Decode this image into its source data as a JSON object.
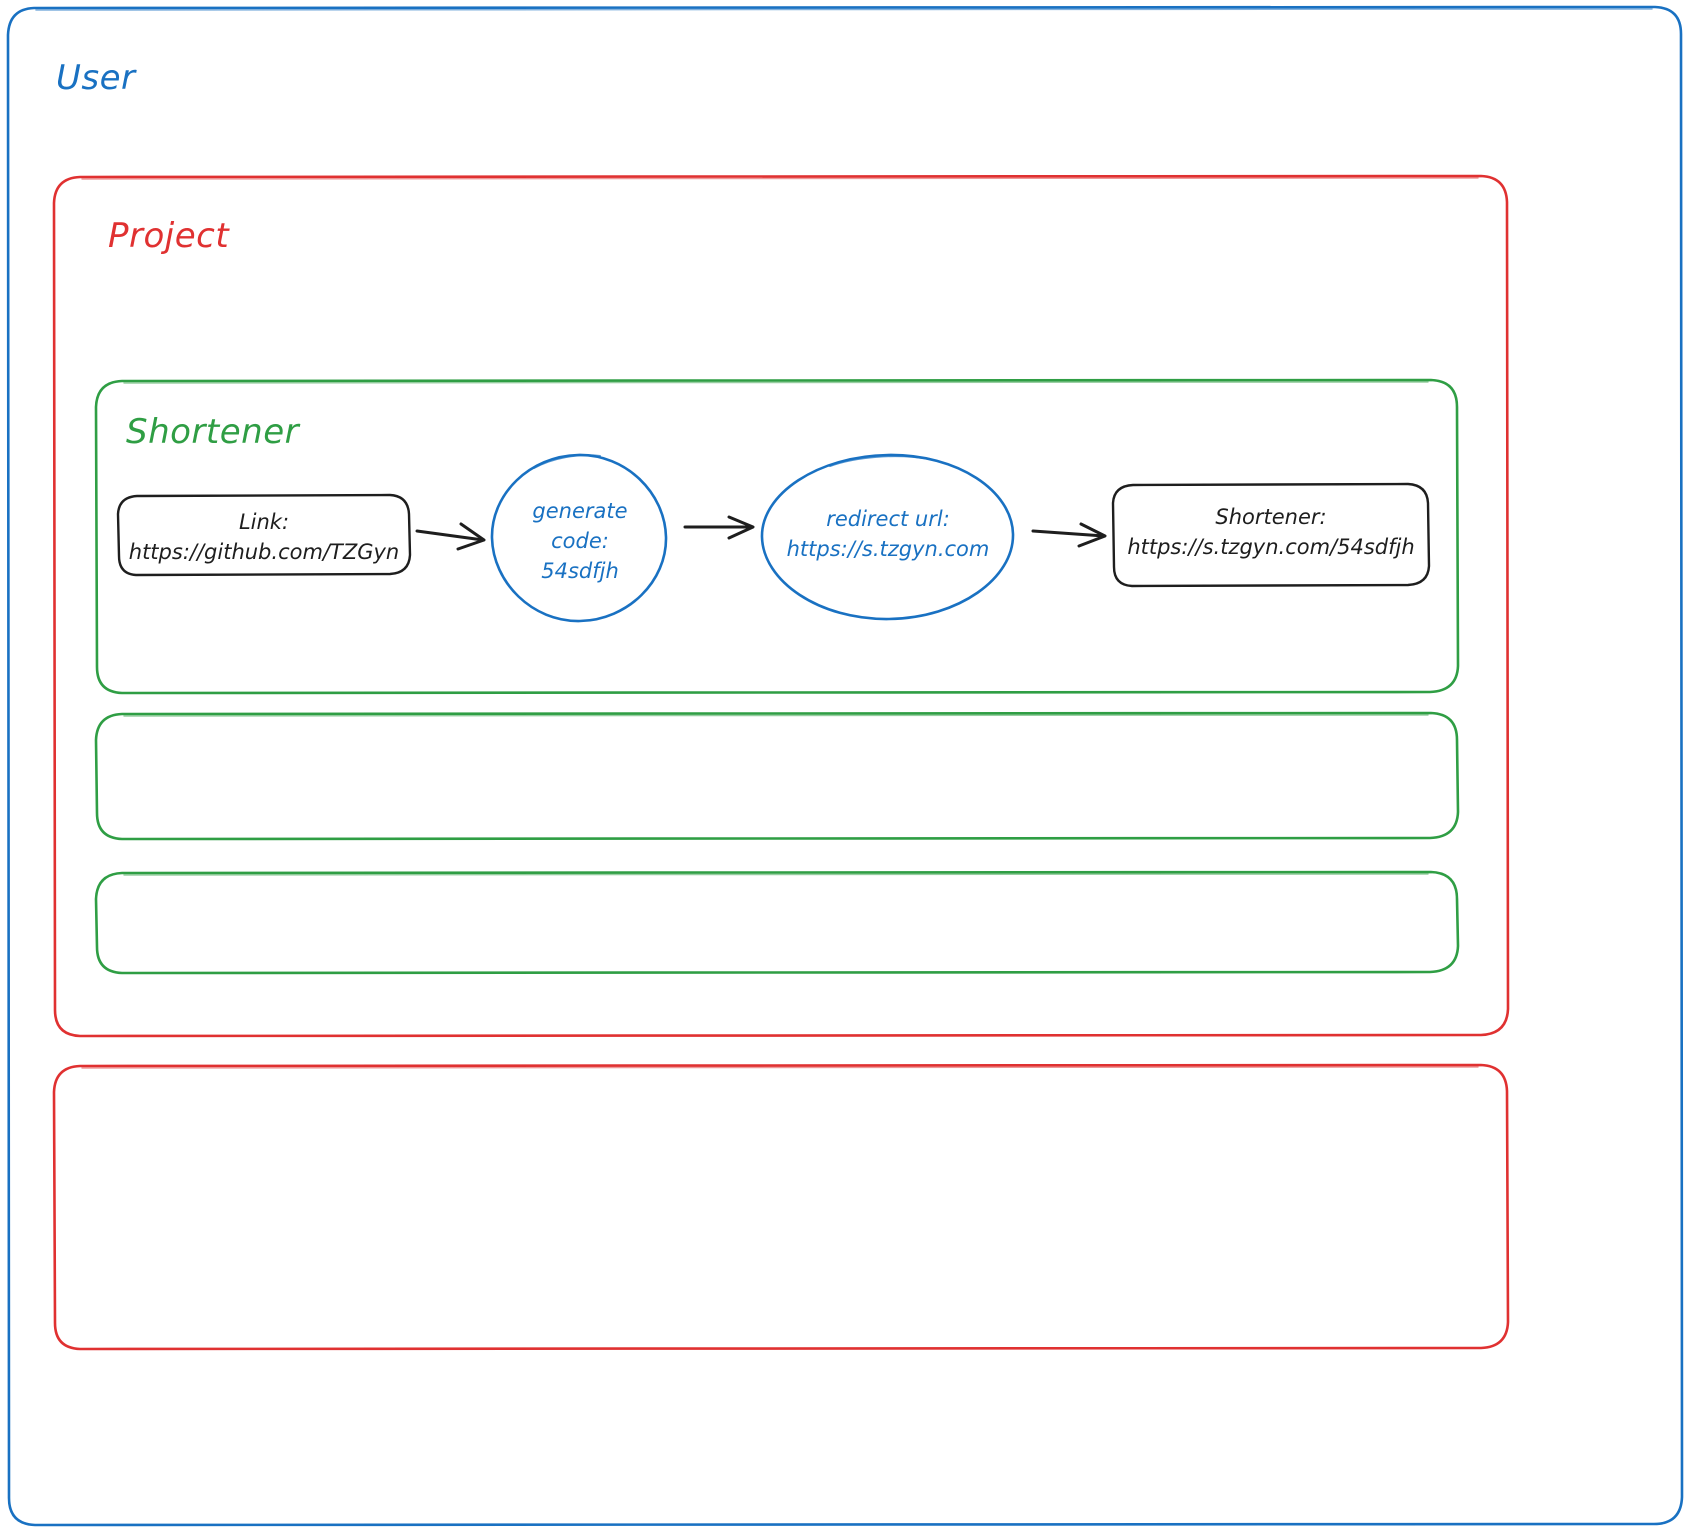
{
  "diagram": {
    "type": "flowchart",
    "title_visible": false,
    "colors": {
      "user_border": "#1971c2",
      "project_border": "#e03131",
      "shortener_border": "#2f9e44",
      "node_stroke_dark": "#1e1e1e",
      "node_stroke_blue": "#1971c2",
      "arrow": "#1e1e1e",
      "background": "#ffffff"
    },
    "containers": [
      {
        "name": "user",
        "label": "User",
        "color": "#1971c2"
      },
      {
        "name": "project",
        "label": "Project",
        "color": "#e03131"
      },
      {
        "name": "shortener",
        "label": "Shortener",
        "color": "#2f9e44"
      },
      {
        "name": "empty-green-1",
        "label": "",
        "color": "#2f9e44"
      },
      {
        "name": "empty-green-2",
        "label": "",
        "color": "#2f9e44"
      },
      {
        "name": "empty-red-1",
        "label": "",
        "color": "#e03131"
      }
    ],
    "nodes": [
      {
        "id": "link",
        "shape": "rounded-rect",
        "color": "#1e1e1e",
        "lines": [
          "Link:",
          "https://github.com/TZGyn"
        ]
      },
      {
        "id": "generate-code",
        "shape": "circle",
        "color": "#1971c2",
        "lines": [
          "generate",
          "code:",
          "54sdfjh"
        ]
      },
      {
        "id": "redirect-url",
        "shape": "ellipse",
        "color": "#1971c2",
        "lines": [
          "redirect url:",
          "https://s.tzgyn.com"
        ]
      },
      {
        "id": "shortener-result",
        "shape": "rounded-rect",
        "color": "#1e1e1e",
        "lines": [
          "Shortener:",
          "https://s.tzgyn.com/54sdfjh"
        ]
      }
    ],
    "edges": [
      {
        "from": "link",
        "to": "generate-code",
        "style": "arrow"
      },
      {
        "from": "generate-code",
        "to": "redirect-url",
        "style": "arrow"
      },
      {
        "from": "redirect-url",
        "to": "shortener-result",
        "style": "arrow"
      }
    ]
  }
}
